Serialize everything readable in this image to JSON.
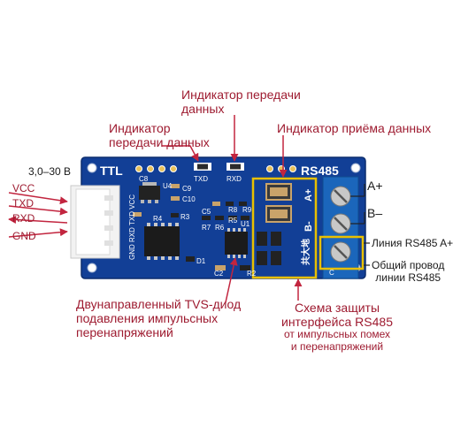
{
  "annotations": {
    "tx_indicator_top": [
      "Индикатор передачи",
      "данных"
    ],
    "tx_indicator_left": [
      "Индикатор",
      "передачи данных"
    ],
    "rx_indicator": "Индикатор приёма данных",
    "tvs_diode": [
      "Двунаправленный TVS-диод",
      "подавления импульсных",
      "перенапряжений"
    ],
    "protection_circuit": [
      "Схема защиты",
      "интерфейса RS485",
      "от импульсных помех",
      "и перенапряжений"
    ],
    "line_a": "Линия RS485 A+",
    "ground": [
      "Общий провод",
      "линии RS485"
    ]
  },
  "left_labels": {
    "voltage": "3,0–30 В",
    "pins": [
      "VCC",
      "TXD",
      "RXD",
      "GND"
    ]
  },
  "right_labels": {
    "a_plus": "A+",
    "b_minus": "B–"
  },
  "board_silkscreen": {
    "ttl": "TTL",
    "rs485": "RS485",
    "txd": "TXD",
    "rxd": "RXD",
    "c8": "C8",
    "u4": "U4",
    "c9": "C9",
    "c10": "C10",
    "r4": "R4",
    "r3": "R3",
    "c5": "C5",
    "u1": "U1",
    "r7": "R7",
    "r6": "R6",
    "r8": "R8",
    "r5": "R5",
    "r9": "R9",
    "d1": "D1",
    "c2": "C2",
    "r2": "R2",
    "header_pins": "GND RXD TXD VCC",
    "a_plus": "A+",
    "b_minus": "B-",
    "chinese": "共大地",
    "c_mark": "C"
  },
  "colors": {
    "board": "#123f96",
    "annotation_red": "#9e1b30",
    "arrow": "#c2253f",
    "gold_box": "#e8c000",
    "terminal_blue": "#1b66bb"
  }
}
